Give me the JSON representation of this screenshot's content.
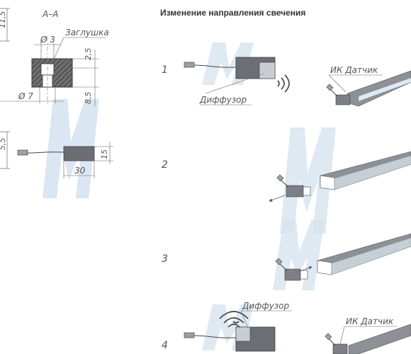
{
  "left": {
    "section_label": "А–А",
    "dimensions": {
      "top_partial": "11,5",
      "d_small": "Ø 3",
      "plug_label": "Заглушка",
      "d2_5": "2,5",
      "d8_5": "8,5",
      "d_large": "Ø 7",
      "side_partial": "5,5",
      "width_30": "30",
      "height_15": "15"
    }
  },
  "right": {
    "title": "Изменение направления свечения",
    "steps": [
      {
        "num": "1",
        "diffuser_label": "Диффузор",
        "sensor_label": "ИК Датчик"
      },
      {
        "num": "2"
      },
      {
        "num": "3"
      },
      {
        "num": "4",
        "diffuser_label": "Диффузор",
        "sensor_label": "ИК Датчик"
      }
    ]
  },
  "colors": {
    "box": "#6b6e73",
    "box_dark": "#4c4f53",
    "diffuser": "#c8cdd3",
    "profile_top": "#8d9096",
    "profile_light": "#dfe9f2",
    "watermark": "#d2e0ee",
    "wave": "#444"
  }
}
